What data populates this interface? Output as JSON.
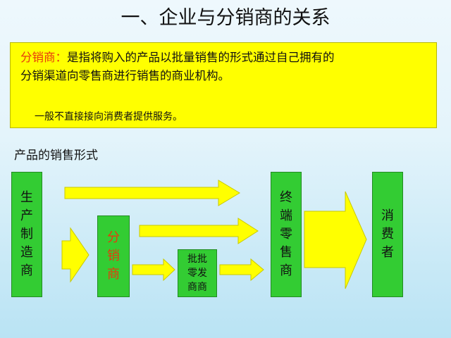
{
  "title": "一、企业与分销商的关系",
  "definition": {
    "term": "分销商：",
    "line1_rest": "是指将购入的产品以批量销售的形式通过自己拥有的",
    "line2": "分销渠道向零售商进行销售的商业机构。",
    "note": "一般不直接接向消费者提供服务。"
  },
  "section_label": "产品的销售形式",
  "nodes": {
    "producer": "生\n产\n制\n造\n商",
    "distributor": "分\n销\n商",
    "wholesaler": "批批\n零发\n商商",
    "retailer": "终\n端\n零\n售\n商",
    "consumer": "消\n费\n者"
  },
  "colors": {
    "definition_bg": "#ffff00",
    "term_text": "#e8380d",
    "node_fill": "#33cc33",
    "arrow_fill": "#ffff00"
  }
}
